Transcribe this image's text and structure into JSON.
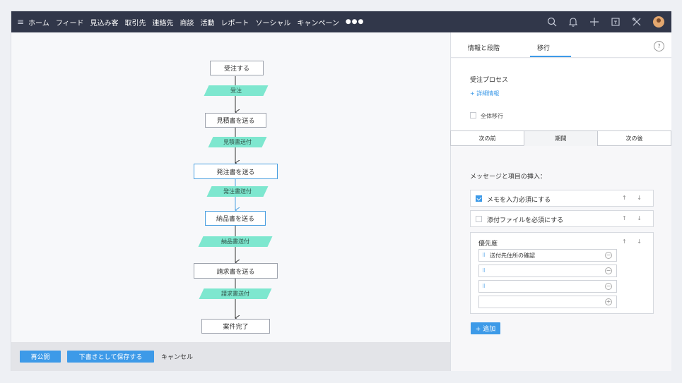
{
  "nav": {
    "items": [
      "ホーム",
      "フィード",
      "見込み客",
      "取引先",
      "連絡先",
      "商談",
      "活動",
      "レポート",
      "ソーシャル",
      "キャンペーン"
    ],
    "more": "●●●",
    "icons": [
      "search-icon",
      "bell-icon",
      "plus-icon",
      "calendar-icon",
      "tools-icon",
      "avatar"
    ]
  },
  "flow": {
    "states": [
      "受注する",
      "見積書を送る",
      "発注書を送る",
      "納品書を送る",
      "請求書を送る",
      "案件完了"
    ],
    "transitions": [
      "受注",
      "見積書送付",
      "発注書送付",
      "納品書送付",
      "請求書送付"
    ]
  },
  "bottom": {
    "republish": "再公開",
    "save_draft": "下書きとして保存する",
    "cancel": "キャンセル"
  },
  "panel": {
    "tabs": [
      "情報と段階",
      "移行"
    ],
    "help": "?",
    "process_title": "受注プロセス",
    "detail_link": "+ 詳細情報",
    "all_transition": "全体移行",
    "segments": [
      "次の前",
      "期間",
      "次の後"
    ],
    "insert_label": "メッセージと項目の挿入：",
    "options": [
      {
        "label": "メモを入力必須にする",
        "checked": true
      },
      {
        "label": "添付ファイルを必須にする",
        "checked": false
      }
    ],
    "priority": {
      "title": "優先度",
      "rows": [
        "送付先住所の確認",
        "",
        "",
        ""
      ]
    },
    "add_button": "+ 追加",
    "arrows": "↑ ↓"
  },
  "colors": {
    "nav_bg": "#31374a",
    "accent": "#3d9ae8",
    "transition_fill": "#7ee7cf"
  }
}
